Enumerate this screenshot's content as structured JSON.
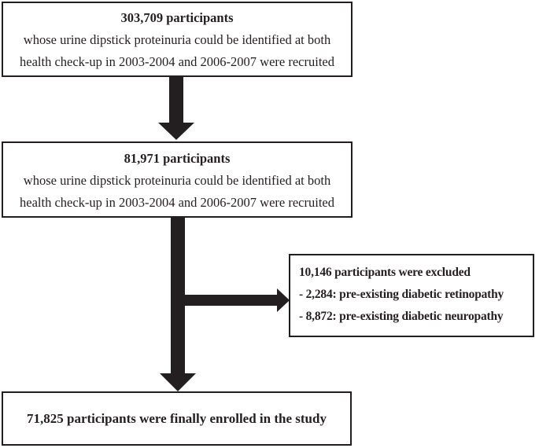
{
  "figure": {
    "box1": {
      "heading": "303,709 participants",
      "line1": "whose urine dipstick proteinuria could be identified at both",
      "line2": "health check-up in 2003-2004 and 2006-2007 were recruited"
    },
    "box2": {
      "heading": "81,971 participants",
      "line1": "whose urine dipstick proteinuria could be identified at both",
      "line2": "health check-up in 2003-2004 and 2006-2007 were recruited"
    },
    "exclusion": {
      "heading": "10,146 participants were excluded",
      "item1": "- 2,284: pre-existing diabetic retinopathy",
      "item2": "- 8,872: pre-existing diabetic neuropathy"
    },
    "final": {
      "heading": "71,825 participants were finally enrolled in the study"
    },
    "colors": {
      "ink": "#231f20",
      "background": "#ffffff"
    }
  }
}
